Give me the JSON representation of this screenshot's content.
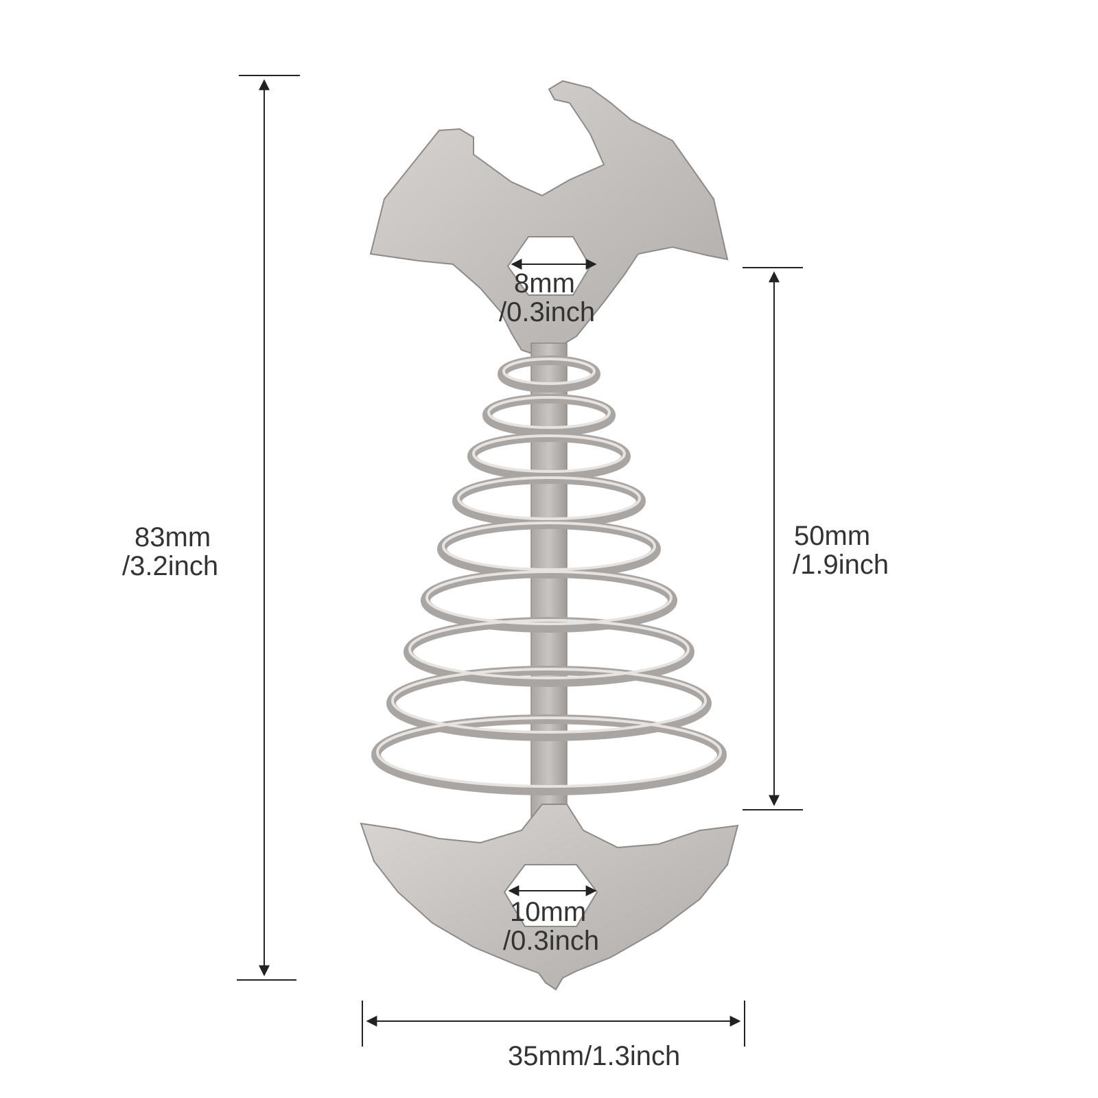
{
  "dimensions": {
    "total_height": {
      "line1": "83mm",
      "line2": "/3.2inch"
    },
    "spring_height": {
      "line1": "50mm",
      "line2": "/1.9inch"
    },
    "top_hex": {
      "line1": "8mm",
      "line2": "/0.3inch"
    },
    "bottom_hex": {
      "line1": "10mm",
      "line2": "/0.3inch"
    },
    "width": {
      "text": "35mm/1.3inch"
    }
  },
  "colors": {
    "metal": "#c9c6c3",
    "metal_edge": "#8d8a87",
    "dimension_line": "#222222",
    "text": "#333333",
    "background": "#ffffff"
  }
}
